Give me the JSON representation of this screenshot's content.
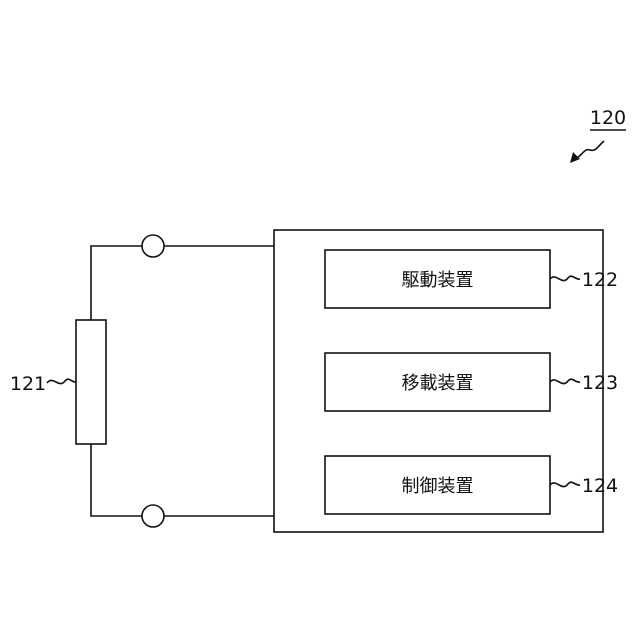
{
  "figure": {
    "ref": "120"
  },
  "resistor": {
    "ref": "121"
  },
  "blocks": [
    {
      "label": "駆動装置",
      "ref": "122"
    },
    {
      "label": "移載装置",
      "ref": "123"
    },
    {
      "label": "制御装置",
      "ref": "124"
    }
  ]
}
